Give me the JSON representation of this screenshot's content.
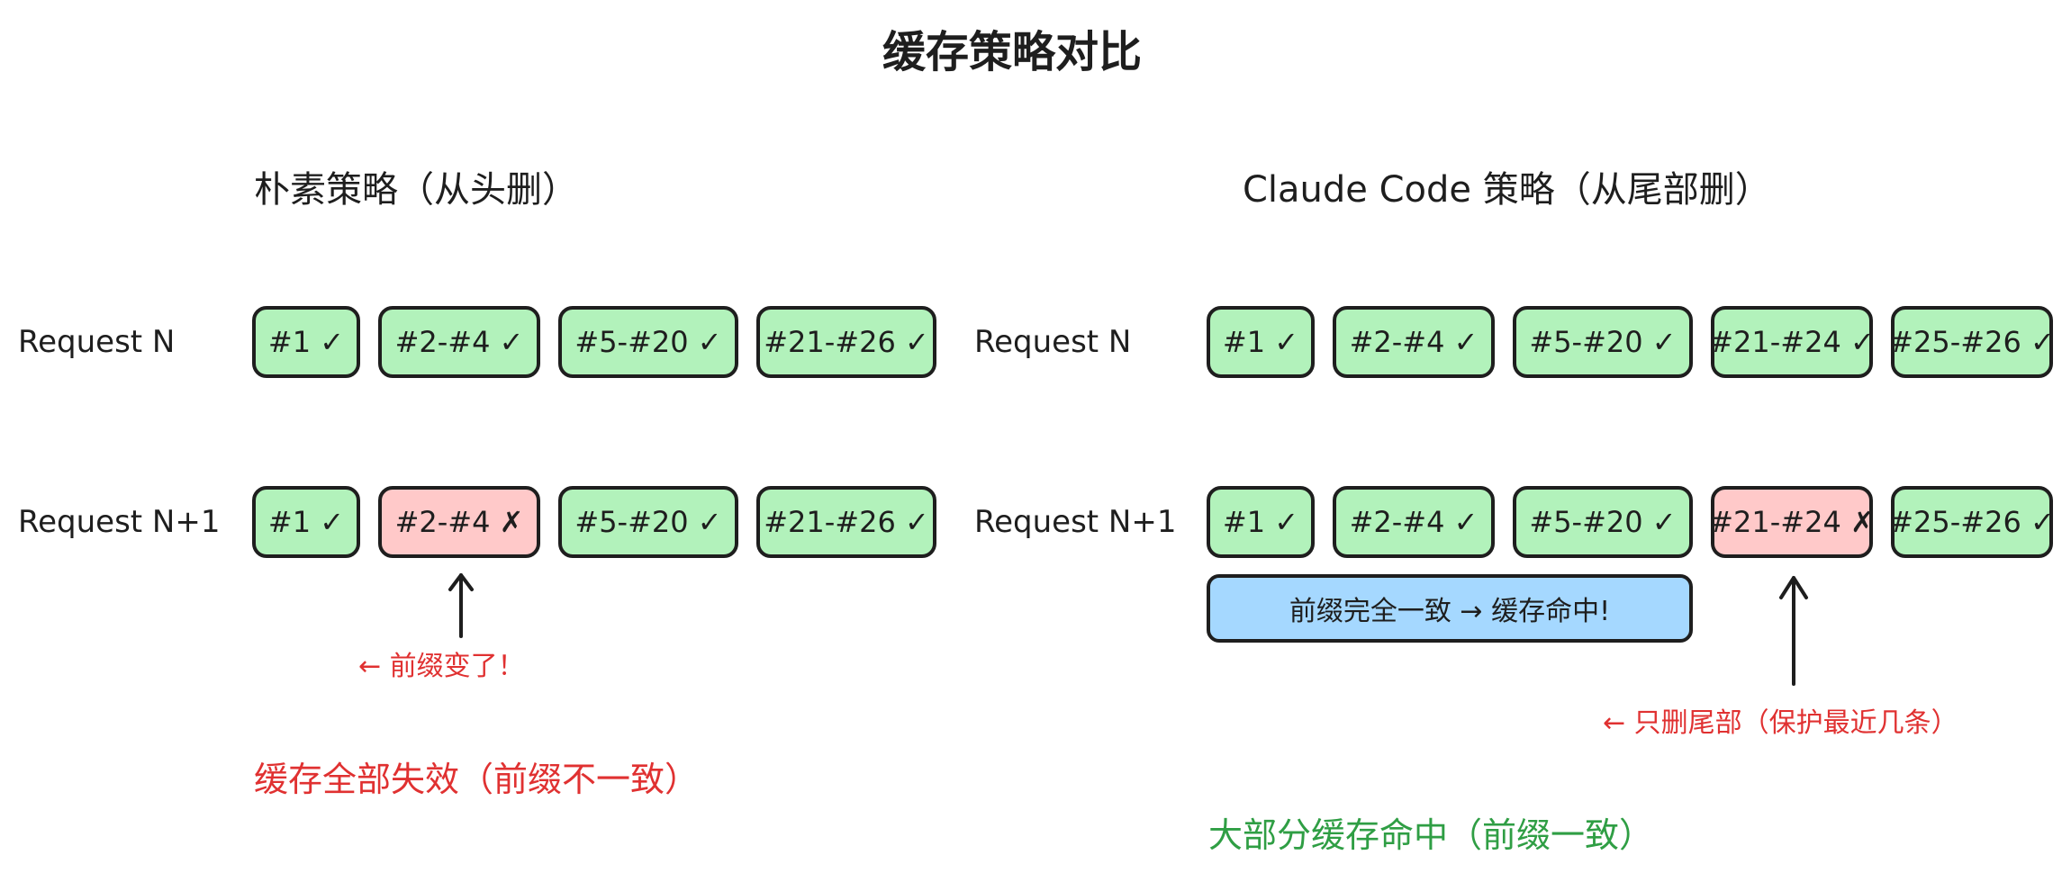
{
  "title": "缓存策略对比",
  "left": {
    "heading": "朴素策略（从头删）",
    "rows": [
      {
        "label": "Request N",
        "boxes": [
          "#1 ✓",
          "#2-#4 ✓",
          "#5-#20 ✓",
          "#21-#26 ✓"
        ]
      },
      {
        "label": "Request N+1",
        "boxes": [
          "#1 ✓",
          "#2-#4 ✗",
          "#5-#20 ✓",
          "#21-#26 ✓"
        ]
      }
    ],
    "arrow_note": "← 前缀变了！",
    "result": "缓存全部失效（前缀不一致）"
  },
  "right": {
    "heading": "Claude Code 策略（从尾部删）",
    "rows": [
      {
        "label": "Request N",
        "boxes": [
          "#1 ✓",
          "#2-#4 ✓",
          "#5-#20 ✓",
          "#21-#24 ✓",
          "#25-#26 ✓"
        ]
      },
      {
        "label": "Request N+1",
        "boxes": [
          "#1 ✓",
          "#2-#4 ✓",
          "#5-#20 ✓",
          "#21-#24 ✗",
          "#25-#26 ✓"
        ]
      }
    ],
    "banner": "前缀完全一致 → 缓存命中!",
    "arrow_note": "← 只删尾部（保护最近几条）",
    "result": "大部分缓存命中（前缀一致）"
  },
  "colors": {
    "ok_fill": "#b2f2bb",
    "bad_fill": "#ffc9c9",
    "banner_fill": "#a5d8ff",
    "stroke": "#1e1e1e",
    "red_text": "#e03131",
    "green_text": "#2f9e44"
  }
}
